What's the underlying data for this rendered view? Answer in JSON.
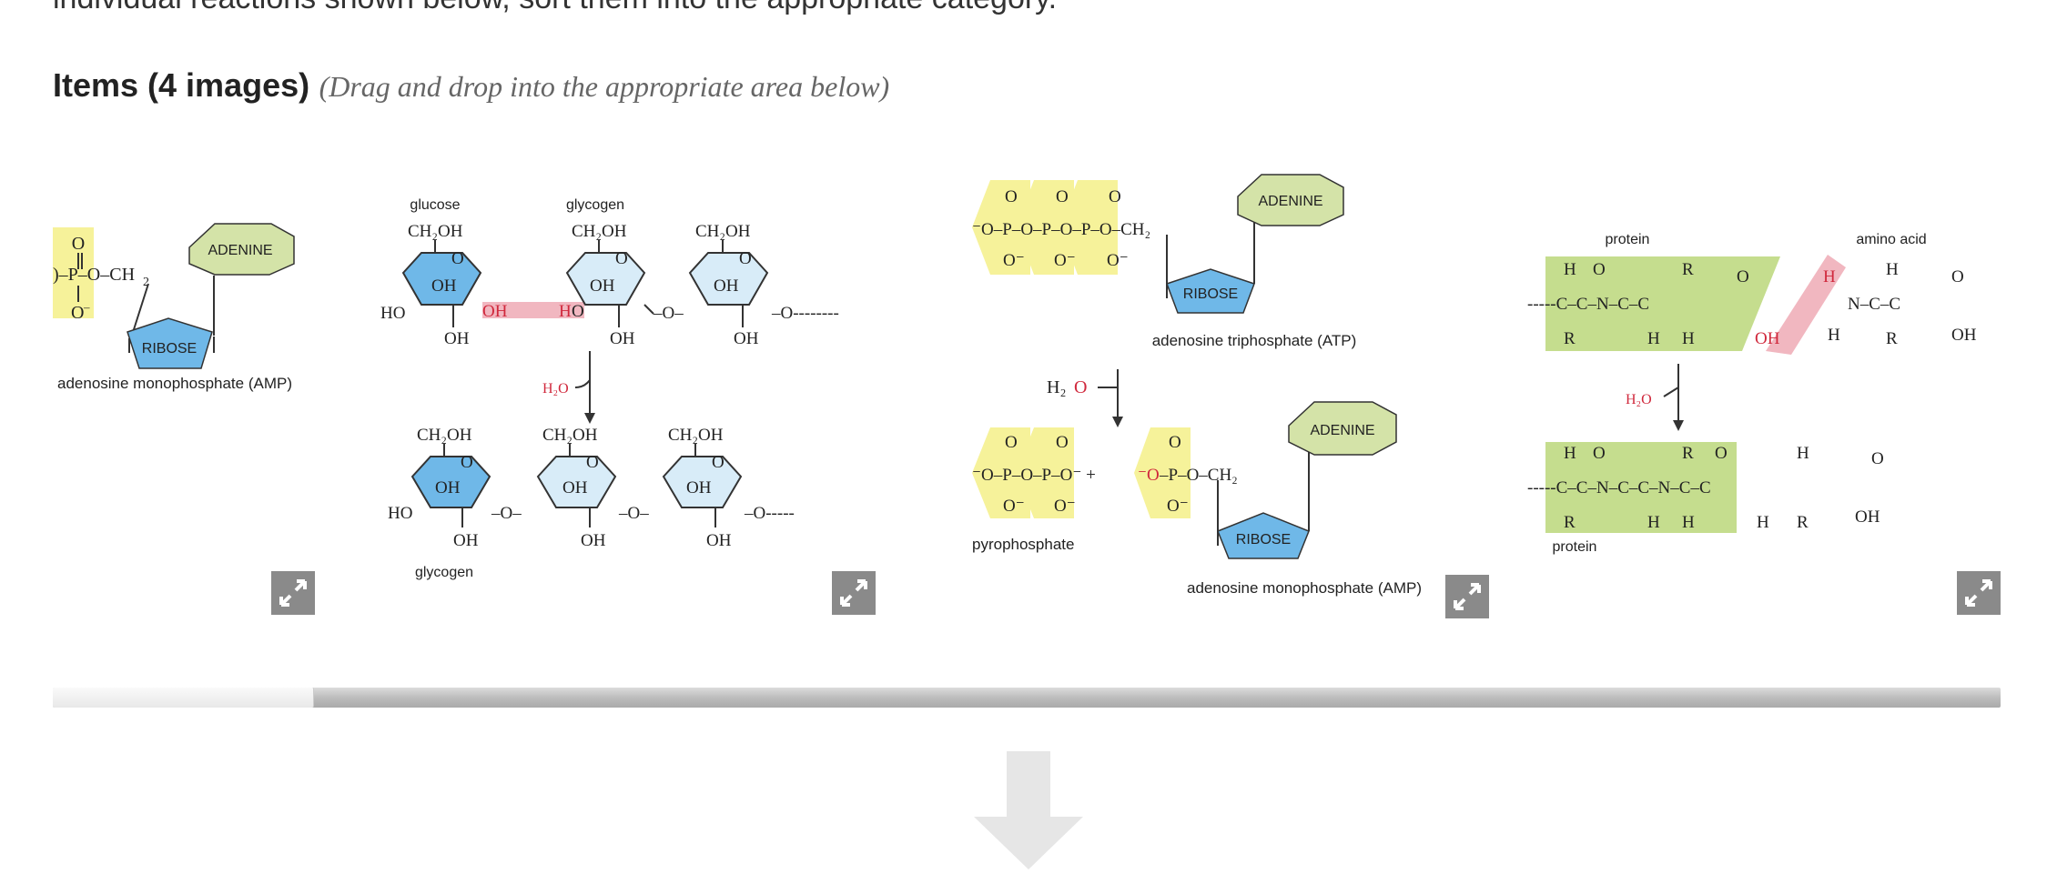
{
  "intro_text": "individual reactions shown below, sort them into the appropriate category.",
  "items_heading": {
    "title": "Items (4 images)",
    "hint": "(Drag and drop into the appropriate area below)"
  },
  "cards": [
    {
      "caption": "adenosine monophosphate (AMP)",
      "adenine_label": "ADENINE",
      "ribose_label": "RIBOSE",
      "expand_label": "Expand image"
    },
    {
      "glucose_label": "glucose",
      "glycogen_top_label": "glycogen",
      "glycogen_bottom_label": "glycogen",
      "water_label": "H₂O",
      "expand_label": "Expand image"
    },
    {
      "atp_caption": "adenosine triphosphate (ATP)",
      "pyrophosphate_label": "pyrophosphate",
      "amp_caption": "adenosine monophosphate (AMP)",
      "adenine_label": "ADENINE",
      "ribose_label": "RIBOSE",
      "water_label": "H₂O",
      "expand_label": "Expand image"
    },
    {
      "protein_top_label": "protein",
      "amino_acid_label": "amino acid",
      "protein_bottom_label": "protein",
      "water_label": "H₂O",
      "expand_label": "Expand image"
    }
  ],
  "colors": {
    "phosphate": "#f6f29a",
    "adenine": "#d4e3a8",
    "ribose": "#6fb8e8",
    "glucose_dark": "#6fb8e8",
    "glucose_light": "#d8ecf8",
    "bond_highlight": "#f1b7c0",
    "protein_highlight": "#c5dd8e",
    "scroll_thumb": "#f0f0f0",
    "scroll_track": "#b8b8b8",
    "arrow": "#e6e6e6"
  },
  "icons": [
    "expand-icon",
    "down-arrow-icon"
  ]
}
